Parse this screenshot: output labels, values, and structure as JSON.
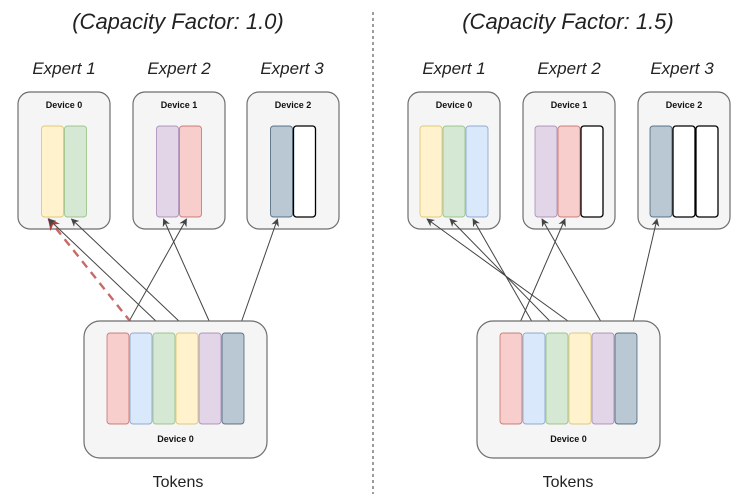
{
  "colors": {
    "red": "#f8cecc",
    "blue": "#dae8fc",
    "green": "#d5e8d4",
    "yellow": "#fff2cc",
    "purple": "#e1d5e7",
    "slate": "#bac8d3",
    "empty": "#ffffff",
    "drop_arrow": "#c0504d"
  },
  "panels": [
    {
      "title": "(Capacity Factor: 1.0)",
      "experts": [
        {
          "label": "Expert 1",
          "device": "Device 0",
          "slots": [
            "yellow",
            "green"
          ]
        },
        {
          "label": "Expert 2",
          "device": "Device 1",
          "slots": [
            "purple",
            "red"
          ]
        },
        {
          "label": "Expert 3",
          "device": "Device 2",
          "slots": [
            "slate",
            "empty"
          ]
        }
      ],
      "tokens": {
        "device": "Device 0",
        "label": "Tokens",
        "items": [
          "red",
          "blue",
          "green",
          "yellow",
          "purple",
          "slate"
        ]
      },
      "routes": [
        {
          "token": 0,
          "expert": 1,
          "slot": 1,
          "dropped": false
        },
        {
          "token": 1,
          "expert": 0,
          "slot": 0,
          "dropped": true
        },
        {
          "token": 2,
          "expert": 0,
          "slot": 0,
          "dropped": false
        },
        {
          "token": 3,
          "expert": 0,
          "slot": 1,
          "dropped": false
        },
        {
          "token": 4,
          "expert": 1,
          "slot": 0,
          "dropped": false
        },
        {
          "token": 5,
          "expert": 2,
          "slot": 0,
          "dropped": false
        }
      ]
    },
    {
      "title": "(Capacity Factor: 1.5)",
      "experts": [
        {
          "label": "Expert 1",
          "device": "Device 0",
          "slots": [
            "yellow",
            "green",
            "blue"
          ]
        },
        {
          "label": "Expert 2",
          "device": "Device 1",
          "slots": [
            "purple",
            "red",
            "empty"
          ]
        },
        {
          "label": "Expert 3",
          "device": "Device 2",
          "slots": [
            "slate",
            "empty",
            "empty"
          ]
        }
      ],
      "tokens": {
        "device": "Device 0",
        "label": "Tokens",
        "items": [
          "red",
          "blue",
          "green",
          "yellow",
          "purple",
          "slate"
        ]
      },
      "routes": [
        {
          "token": 0,
          "expert": 1,
          "slot": 1,
          "dropped": false
        },
        {
          "token": 1,
          "expert": 0,
          "slot": 2,
          "dropped": false
        },
        {
          "token": 2,
          "expert": 0,
          "slot": 1,
          "dropped": false
        },
        {
          "token": 3,
          "expert": 0,
          "slot": 0,
          "dropped": false
        },
        {
          "token": 4,
          "expert": 1,
          "slot": 0,
          "dropped": false
        },
        {
          "token": 5,
          "expert": 2,
          "slot": 0,
          "dropped": false
        }
      ]
    }
  ]
}
